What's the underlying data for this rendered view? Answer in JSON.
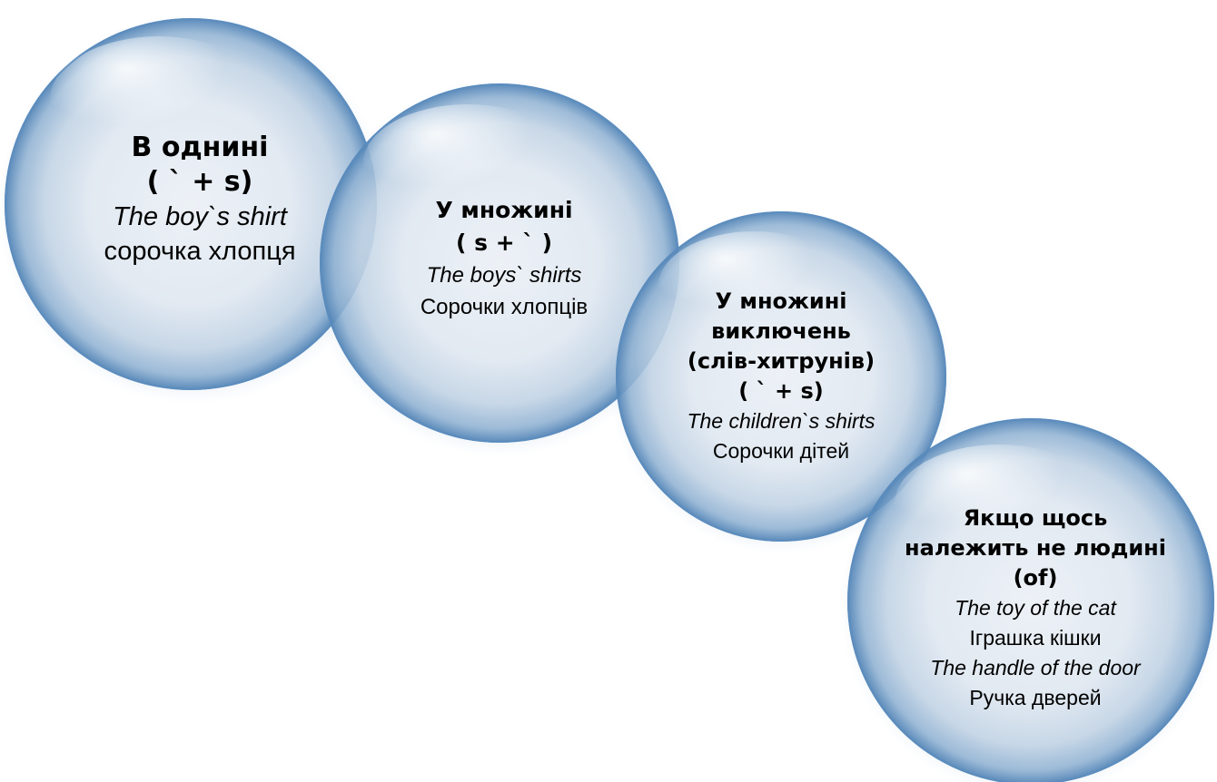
{
  "colors": {
    "bubble_rim": "#4f82b5",
    "bubble_inner": "#e9eef5",
    "bubble_shadow": "#7fa6cc",
    "text": "#000000"
  },
  "bubbles": [
    {
      "heading": [
        "В однині",
        "( ` + s)"
      ],
      "lines": [
        {
          "style": "italic",
          "text": "The boy`s shirt"
        },
        {
          "style": "regular",
          "text": "сорочка хлопця"
        }
      ]
    },
    {
      "heading": [
        "У множині",
        "( s + ` )"
      ],
      "lines": [
        {
          "style": "italic",
          "text": "The boys` shirts"
        },
        {
          "style": "regular",
          "text": "Сорочки хлопців"
        }
      ]
    },
    {
      "heading": [
        "У множині",
        "виключень",
        "(слів-хитрунів)",
        "( ` + s)"
      ],
      "lines": [
        {
          "style": "italic",
          "text": "The children`s shirts"
        },
        {
          "style": "regular",
          "text": "Сорочки дітей"
        }
      ]
    },
    {
      "heading": [
        "Якщо щось",
        "належить не людині",
        "(of)"
      ],
      "lines": [
        {
          "style": "italic",
          "text": "The toy of the cat"
        },
        {
          "style": "regular",
          "text": "Іграшка кішки"
        },
        {
          "style": "italic",
          "text": "The handle of the door"
        },
        {
          "style": "regular",
          "text": "Ручка дверей"
        }
      ]
    }
  ]
}
